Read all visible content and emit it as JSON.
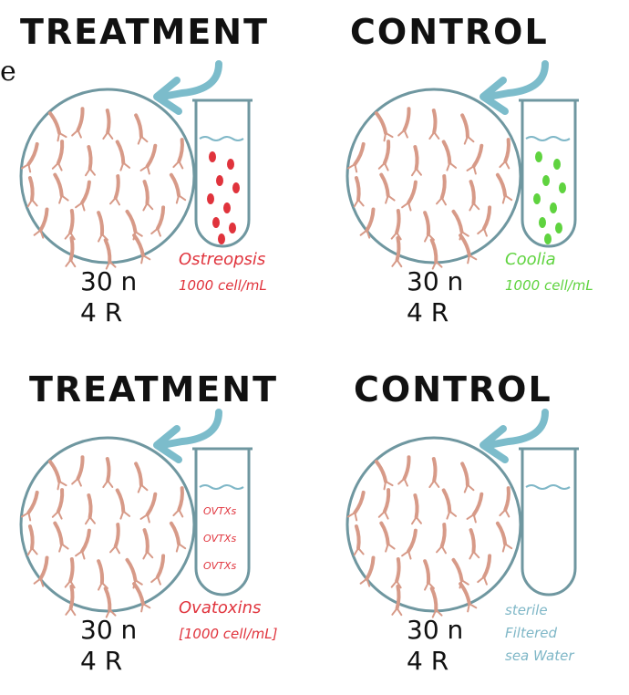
{
  "colors": {
    "outline": "#6f97a0",
    "dish_fill": "#ffffff",
    "larva": "#d79a88",
    "arrow": "#7cbccb",
    "red": "#e0333c",
    "green": "#5fd33f",
    "blue": "#7fb7c7",
    "ink": "#111111"
  },
  "edge_fragment": "e",
  "panels": [
    {
      "title": "TREATMENT",
      "count": "30 n",
      "reps": "4 R",
      "label_lines": [
        "Ostreopsis",
        "1000 cell/mL"
      ],
      "label_color": "red",
      "contents": "dots",
      "dot_color": "red",
      "tube_text": []
    },
    {
      "title": "CONTROL",
      "count": "30 n",
      "reps": "4 R",
      "label_lines": [
        "Coolia",
        "1000 cell/mL"
      ],
      "label_color": "green",
      "contents": "dots",
      "dot_color": "green",
      "tube_text": []
    },
    {
      "title": "TREATMENT",
      "count": "30 n",
      "reps": "4 R",
      "label_lines": [
        "Ovatoxins",
        "[1000 cell/mL]"
      ],
      "label_color": "red",
      "contents": "text",
      "dot_color": "red",
      "tube_text": [
        "OVTXs",
        "OVTXs",
        "OVTXs"
      ]
    },
    {
      "title": "CONTROL",
      "count": "30 n",
      "reps": "4 R",
      "label_lines": [
        "sterile",
        "Filtered",
        "sea Water"
      ],
      "label_color": "blue",
      "contents": "empty",
      "dot_color": "blue",
      "tube_text": []
    }
  ]
}
